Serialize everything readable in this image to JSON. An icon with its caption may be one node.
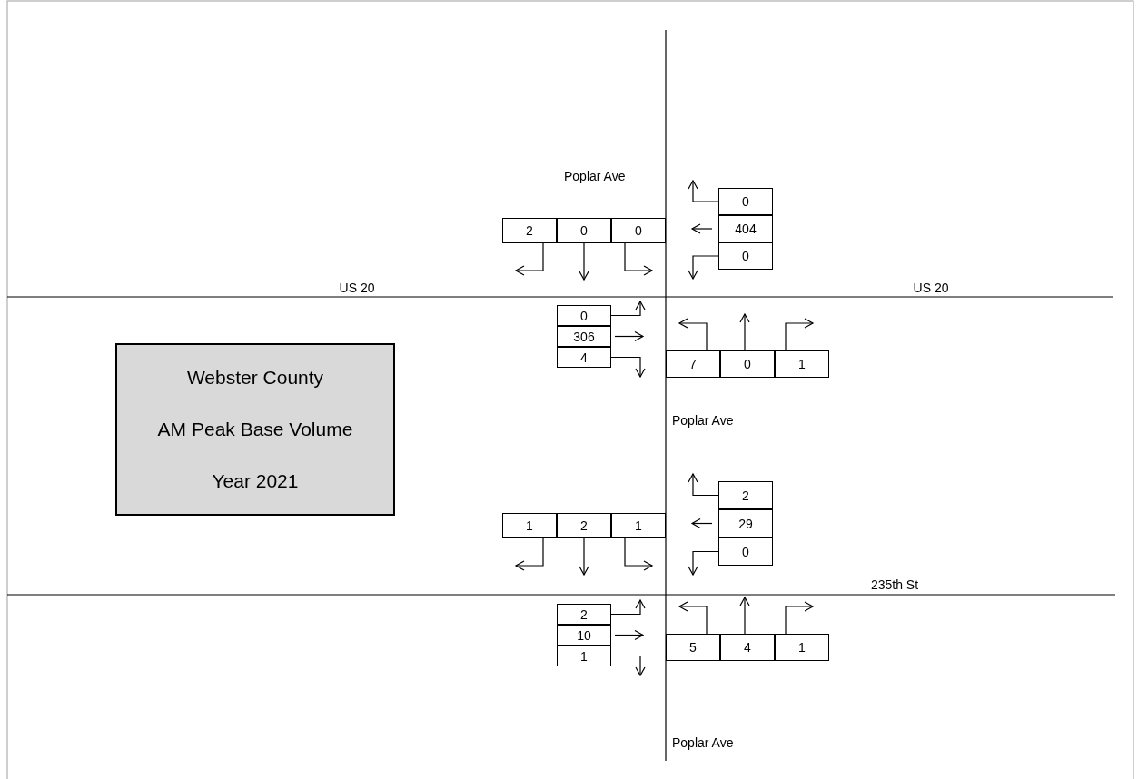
{
  "diagram": {
    "nodes": [
      {
        "text": [
          "0"
        ]
      },
      {
        "text": [
          "2"
        ]
      },
      {
        "text": [
          "0"
        ]
      },
      {
        "text": [
          "0"
        ]
      },
      {
        "text": [
          "404"
        ]
      },
      {
        "text": [
          "0"
        ]
      },
      {
        "text": [
          "0"
        ]
      },
      {
        "text": [
          "306"
        ]
      },
      {
        "text": [
          "7"
        ]
      },
      {
        "text": [
          "0"
        ]
      },
      {
        "text": [
          "1"
        ]
      },
      {
        "text": [
          "4"
        ]
      },
      {
        "text": [
          "Webster County",
          "AM Peak Base Volume",
          "Year 2021"
        ]
      },
      {
        "text": [
          "2"
        ]
      },
      {
        "text": [
          "1"
        ]
      },
      {
        "text": [
          "2"
        ]
      },
      {
        "text": [
          "1"
        ]
      },
      {
        "text": [
          "29"
        ]
      },
      {
        "text": [
          "0"
        ]
      },
      {
        "text": [
          "2"
        ]
      },
      {
        "text": [
          "10"
        ]
      },
      {
        "text": [
          "5"
        ]
      },
      {
        "text": [
          "4"
        ]
      },
      {
        "text": [
          "1"
        ]
      },
      {
        "text": [
          "1"
        ]
      }
    ],
    "edges": [],
    "labels": [
      "Poplar Ave",
      "US 20",
      "US 20",
      "Poplar Ave",
      "235th St",
      "Poplar Ave"
    ]
  }
}
